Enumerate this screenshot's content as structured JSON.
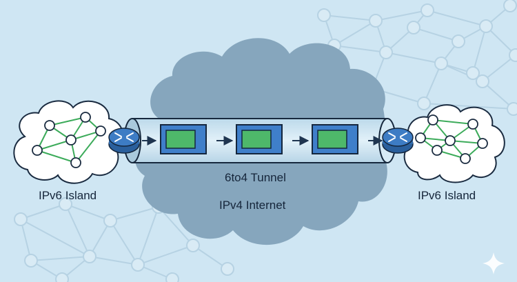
{
  "labels": {
    "left_island": "IPv6 Island",
    "right_island": "IPv6 Island",
    "tunnel": "6to4 Tunnel",
    "internet": "IPv4 Internet"
  },
  "icons": [
    "router-icon",
    "packet-icon",
    "arrow-right-icon",
    "sparkle-icon",
    "cloud-icon"
  ],
  "colors": {
    "background": "#cfe6f3",
    "ipv4_cloud": "#86a6bd",
    "tunnel_tube": "#cfe6f3",
    "packet_frame": "#3f7fca",
    "packet_payload": "#4eb86a",
    "ipv6_mesh": "#3cab5a",
    "router": "#3d7cc4",
    "background_mesh": "#b6d2e3"
  },
  "packet_count": 3
}
